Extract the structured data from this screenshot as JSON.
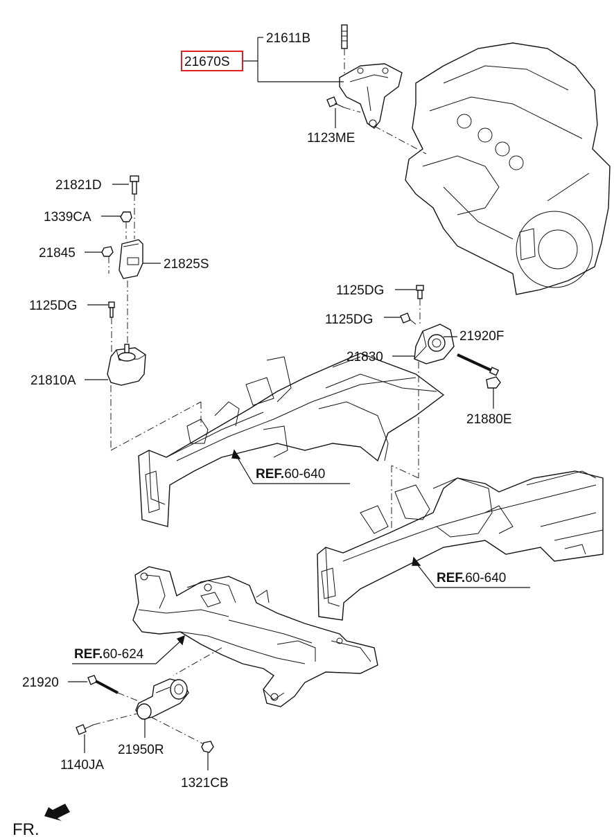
{
  "colors": {
    "highlight": "#e02020",
    "line": "#111111",
    "background": "#ffffff"
  },
  "labels": {
    "p21611B": "21611B",
    "p21670S": "21670S",
    "p1123ME": "1123ME",
    "p21821D": "21821D",
    "p1339CA": "1339CA",
    "p21845": "21845",
    "p21825S": "21825S",
    "p1125DG_left": "1125DG",
    "p21810A": "21810A",
    "p1125DG_right_top": "1125DG",
    "p1125DG_right": "1125DG",
    "p21920F": "21920F",
    "p21830": "21830",
    "p21880E": "21880E",
    "p21920": "21920",
    "p1140JA": "1140JA",
    "p21950R": "21950R",
    "p1321CB": "1321CB"
  },
  "refs": {
    "ref1": {
      "prefix": "REF.",
      "code": "60-640"
    },
    "ref2": {
      "prefix": "REF.",
      "code": "60-640"
    },
    "ref3": {
      "prefix": "REF.",
      "code": "60-624"
    }
  },
  "direction": {
    "label": "FR."
  },
  "selected_part": "21670S"
}
